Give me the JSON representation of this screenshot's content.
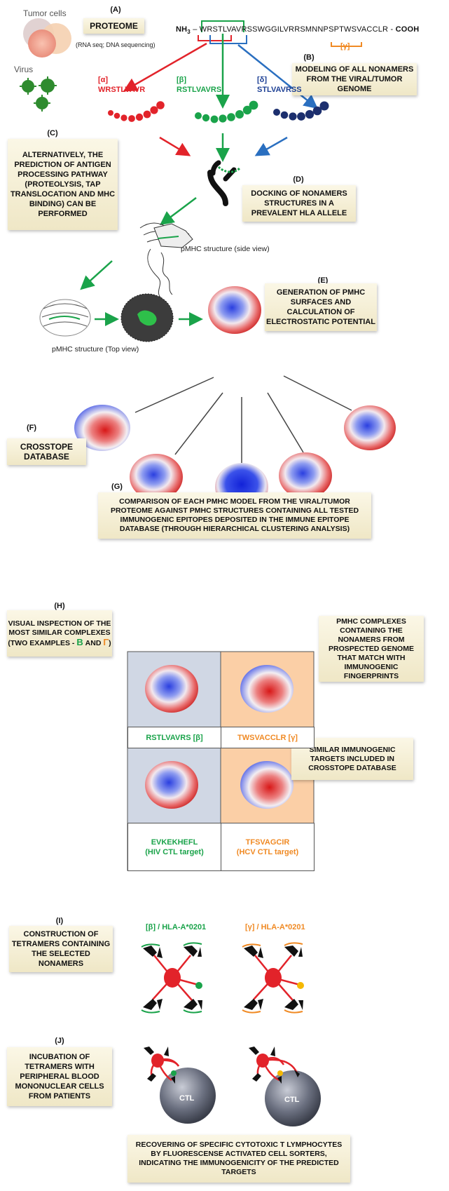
{
  "colors": {
    "alpha": "#e2232a",
    "beta": "#1aa34a",
    "delta": "#1c3f94",
    "gamma": "#f08a24",
    "box": "#f3edd2"
  },
  "labels": {
    "tumor": "Tumor cells",
    "virus": "Virus"
  },
  "A": {
    "letter": "(A)",
    "title": "PROTEOME",
    "note": "(RNA seq; DNA sequencing)",
    "nh3": "NH",
    "nh3_sub": "3",
    "seq": " – WRSTLVAVRSSWGGILVRRSMNNPSPTWSVACCLR - ",
    "cooh": "COOH",
    "gamma": "[γ]"
  },
  "B": {
    "letter": "(B)",
    "text": "MODELING OF ALL NONAMERS FROM THE VIRAL/TUMOR GENOME"
  },
  "peptides": {
    "alpha": {
      "tag": "[α]",
      "seq": "WRSTLVAVR"
    },
    "beta": {
      "tag": "[β]",
      "seq": "RSTLVAVRS"
    },
    "delta": {
      "tag": "[δ]",
      "seq": "STLVAVRSS"
    }
  },
  "C": {
    "letter": "(C)",
    "text": "ALTERNATIVELY, THE PREDICTION OF ANTIGEN PROCESSING PATHWAY (PROTEOLYSIS, TAP TRANSLOCATION AND MHC BINDING) CAN BE PERFORMED"
  },
  "D": {
    "letter": "(D)",
    "text": "DOCKING OF NONAMERS STRUCTURES IN A PREVALENT HLA ALLELE"
  },
  "side_view": "pMHC structure (side view)",
  "top_view": "pMHC structure (Top view)",
  "E": {
    "letter": "(E)",
    "text": "GENERATION OF pMHC SURFACES AND CALCULATION OF ELECTROSTATIC POTENTIAL"
  },
  "F": {
    "letter": "(F)",
    "text": "CROSSTOPE DATABASE"
  },
  "G": {
    "letter": "(G)",
    "text": "COMPARISON OF EACH pMHC MODEL FROM THE VIRAL/TUMOR PROTEOME AGAINST pMHC STRUCTURES CONTAINING ALL TESTED IMMUNOGENIC EPITOPES DEPOSITED IN THE IMMUNE EPITOPE DATABASE (THROUGH HIERARCHICAL CLUSTERING ANALYSIS)"
  },
  "H": {
    "letter": "(H)",
    "text_a": "VISUAL INSPECTION OF THE MOST SIMILAR COMPLEXES (TWO EXAMPLES - ",
    "beta": "β",
    "and": " AND ",
    "gamma": "γ",
    ")": ")",
    "right1": "pMHC COMPLEXES CONTAINING THE NONAMERS FROM PROSPECTED GENOME THAT MATCH WITH IMMUNOGENIC FINGERPRINTS",
    "right2": "SIMILAR IMMUNOGENIC TARGETS INCLUDED IN CROSSTOPE DATABASE",
    "cell1": "RSTLVAVRS [β]",
    "cell2": "TWSVACCLR [γ]",
    "cell3a": "EVKEKHEFL",
    "cell3b": "(HIV CTL target)",
    "cell4a": "TFSVAGCIR",
    "cell4b": "(HCV CTL target)"
  },
  "I": {
    "letter": "(I)",
    "text": "CONSTRUCTION OF TETRAMERS CONTAINING THE SELECTED NONAMERS",
    "beta_label": "[β] / HLA-A*0201",
    "gamma_label": "[γ] / HLA-A*0201"
  },
  "J": {
    "letter": "(J)",
    "text": "INCUBATION OF TETRAMERS WITH PERIPHERAL BLOOD MONONUCLEAR CELLS FROM PATIENTS",
    "ctl": "CTL"
  },
  "K": {
    "text": "RECOVERING OF SPECIFIC CYTOTOXIC T LYMPHOCYTES BY FLUORESCENSE ACTIVATED CELL SORTERS, INDICATING THE IMMUNOGENICITY OF THE PREDICTED TARGETS"
  }
}
